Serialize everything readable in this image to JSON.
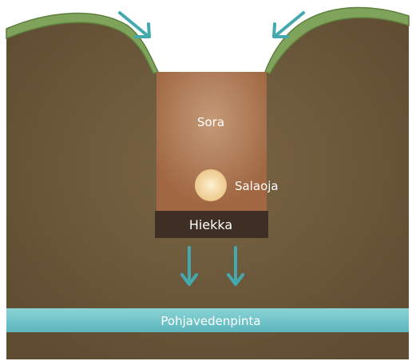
{
  "labels": {
    "gravel": "Sora",
    "drain_pipe": "Salaoja",
    "sand": "Hiekka",
    "groundwater": "Pohjavedenpinta"
  },
  "colors": {
    "soil": "#6e5a3c",
    "soil_dark": "#5e4b30",
    "grass": "#7fa35a",
    "grass_dark": "#5e7f3e",
    "gravel": "#a87049",
    "gravel_light": "#b98a65",
    "sand_layer": "#3e2e24",
    "pipe": "#f3d9a4",
    "pipe_center": "#fbeccb",
    "water": "#6fc3c8",
    "water_light": "#8fd3d6",
    "arrow": "#43a9ae",
    "label_text": "#ffffff"
  },
  "icons": {
    "water_inflow": "arrow-down-right-icon",
    "water_inflow_right": "arrow-down-left-icon",
    "infiltration": "arrow-down-icon",
    "pipe": "circle-icon"
  }
}
